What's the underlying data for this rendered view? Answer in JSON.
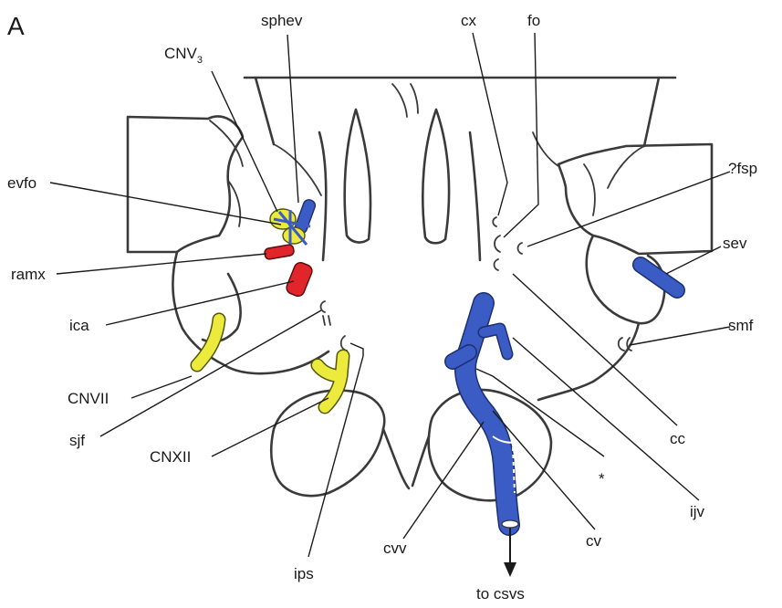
{
  "panel_label": "A",
  "labels": {
    "sphev": "sphev",
    "cnv3_main": "CNV",
    "cnv3_sub": "3",
    "evfo": "evfo",
    "ramx": "ramx",
    "ica": "ica",
    "cnvii": "CNVII",
    "sjf": "sjf",
    "cnxii": "CNXII",
    "ips": "ips",
    "cvv": "cvv",
    "to_csvs": "to csvs",
    "cv": "cv",
    "ijv": "ijv",
    "star": "*",
    "cc": "cc",
    "smf": "smf",
    "sev": "sev",
    "fsp": "?fsp",
    "fo": "fo",
    "cx": "cx"
  },
  "colors": {
    "vein": "#3a5cc4",
    "nerve": "#ecea3c",
    "artery": "#e0262a",
    "outline": "#3a3a3a"
  }
}
